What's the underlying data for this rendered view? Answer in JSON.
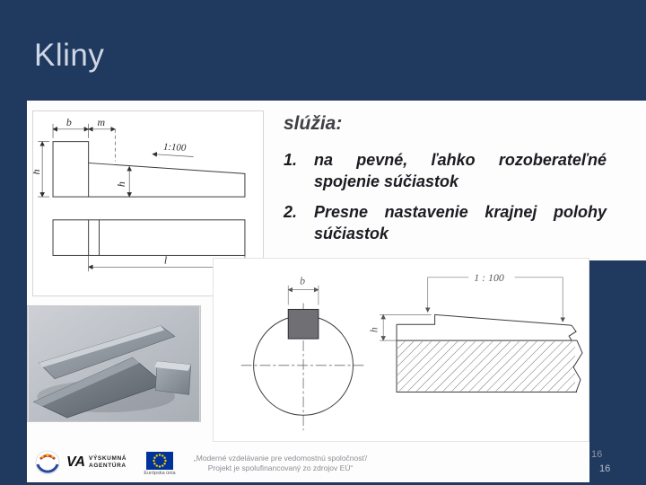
{
  "slide": {
    "title": "Kliny",
    "page_numbers": [
      "16",
      "16"
    ]
  },
  "content": {
    "heading": "slúžia:",
    "list": [
      {
        "number": "1.",
        "text": "na pevné, ľahko rozoberateľné spojenie súčiastok"
      },
      {
        "number": "2.",
        "text": "Presne nastavenie krajnej polohy súčiastok"
      }
    ]
  },
  "drawing_key": {
    "dim_b": "b",
    "dim_m": "m",
    "dim_h_left": "h",
    "dim_h_mid": "h",
    "taper": "1:100",
    "dim_l": "l"
  },
  "drawing_assembly": {
    "dim_b": "b",
    "taper": "1 : 100",
    "dim_h": "h"
  },
  "footer": {
    "agency_mark": "VA",
    "agency_line1": "VÝSKUMNÁ",
    "agency_line2": "AGENTÚRA",
    "eu_caption": "Európska únia",
    "line1": "„Moderné vzdelávanie pre vedomostnú spoločnosť/",
    "line2": "Projekt je spolufinancovaný zo zdrojov EÚ“"
  },
  "colors": {
    "navy": "#20395f",
    "panel": "#fdfdfd",
    "title_text": "#cfd6e4"
  }
}
